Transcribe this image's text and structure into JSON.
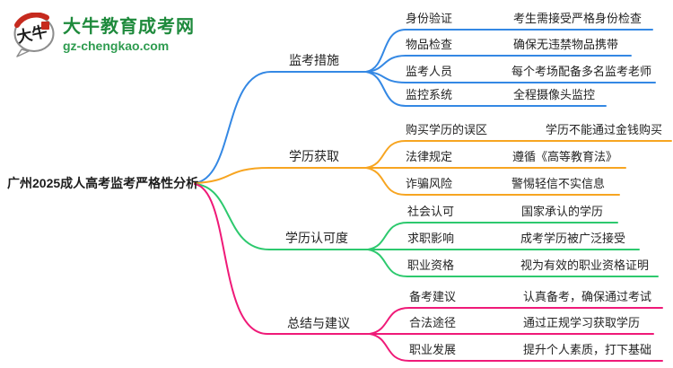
{
  "logo": {
    "title": "大牛教育成考网",
    "url": "gz-chengkao.com",
    "icon_text": "大牛",
    "brand_green": "#1e8a3c",
    "seal_red": "#c62a1e"
  },
  "root": {
    "label": "广州2025成人高考监考严格性分析"
  },
  "branches": [
    {
      "label": "监考措施",
      "color": "#3488e4",
      "children": [
        {
          "label": "身份验证",
          "detail": "考生需接受严格身份检查"
        },
        {
          "label": "物品检查",
          "detail": "确保无违禁物品携带"
        },
        {
          "label": "监考人员",
          "detail": "每个考场配备多名监考老师"
        },
        {
          "label": "监控系统",
          "detail": "全程摄像头监控"
        }
      ]
    },
    {
      "label": "学历获取",
      "color": "#f7a521",
      "children": [
        {
          "label": "购买学历的误区",
          "detail": "学历不能通过金钱购买"
        },
        {
          "label": "法律规定",
          "detail": "遵循《高等教育法》"
        },
        {
          "label": "诈骗风险",
          "detail": "警惕轻信不实信息"
        }
      ]
    },
    {
      "label": "学历认可度",
      "color": "#2dc96e",
      "children": [
        {
          "label": "社会认可",
          "detail": "国家承认的学历"
        },
        {
          "label": "求职影响",
          "detail": "成考学历被广泛接受"
        },
        {
          "label": "职业资格",
          "detail": "视为有效的职业资格证明"
        }
      ]
    },
    {
      "label": "总结与建议",
      "color": "#ef1a78",
      "children": [
        {
          "label": "备考建议",
          "detail": "认真备考，确保通过考试"
        },
        {
          "label": "合法途径",
          "detail": "通过正规学习获取学历"
        },
        {
          "label": "职业发展",
          "detail": "提升个人素质，打下基础"
        }
      ]
    }
  ]
}
